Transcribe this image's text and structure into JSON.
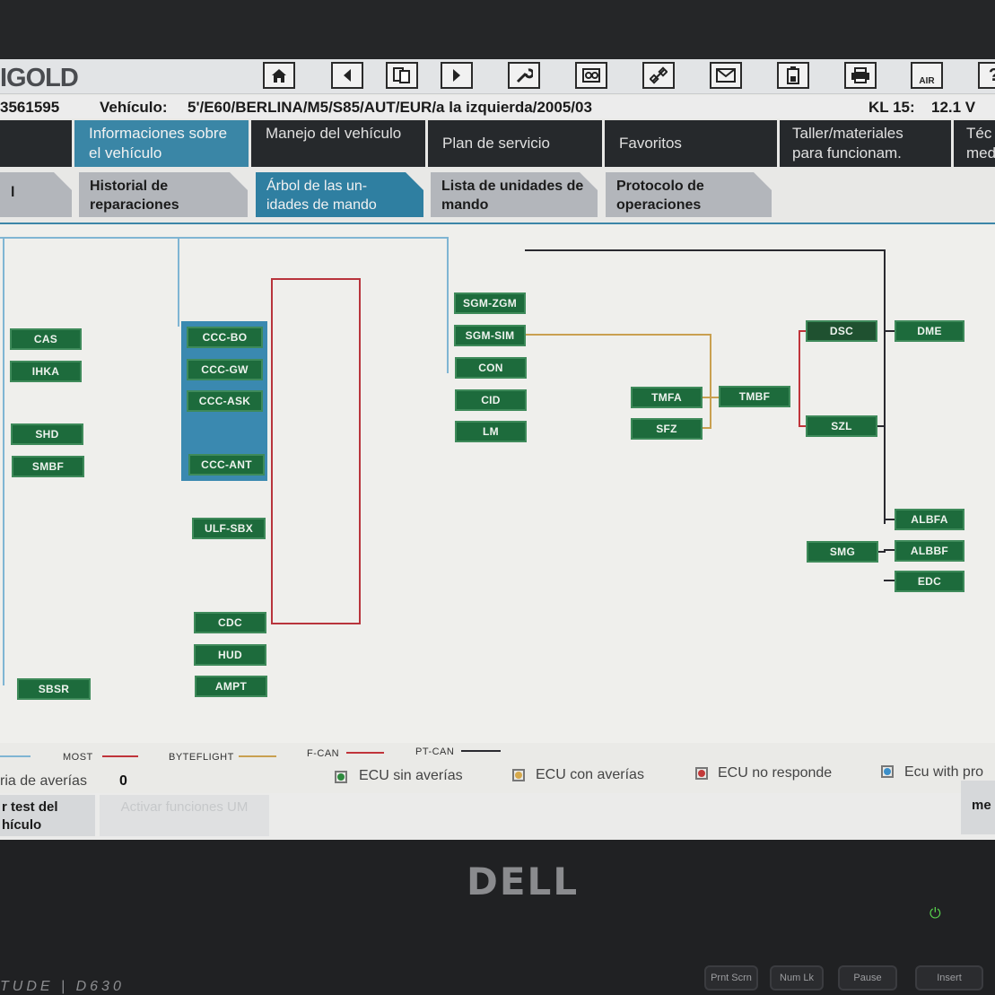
{
  "app": {
    "brand": "IGOLD"
  },
  "toolbar_icons": [
    "home-icon",
    "back-icon",
    "documents-icon",
    "forward-icon",
    "wrench-icon",
    "dashboard-icon",
    "link-icon",
    "mail-icon",
    "battery-icon",
    "printer-icon",
    "air-icon",
    "help-icon"
  ],
  "toolbar_icon_text": {
    "air": "AIR"
  },
  "infobar": {
    "id": "3561595",
    "vehicle_label": "Vehículo:",
    "vehicle_value": "5'/E60/BERLINA/M5/S85/AUT/EUR/a la izquierda/2005/03",
    "kl_label": "KL 15:",
    "kl_value": "12.1 V"
  },
  "tabs_main": [
    {
      "label": "Informaciones sobre el vehículo",
      "active": true
    },
    {
      "label": "Manejo del vehículo"
    },
    {
      "label": "Plan de servicio"
    },
    {
      "label": "Favoritos"
    },
    {
      "label": "Taller/materiales para funcionam."
    },
    {
      "label": "Téc med"
    }
  ],
  "tabs_sub": [
    {
      "label": "l"
    },
    {
      "label": "Historial de reparaciones"
    },
    {
      "label": "Árbol de las un- idades de mando",
      "active": true
    },
    {
      "label": "Lista de unidades de mando"
    },
    {
      "label": "Protocolo de operaciones"
    }
  ],
  "ecus": {
    "cas": "CAS",
    "ihka": "IHKA",
    "shd": "SHD",
    "smbf": "SMBF",
    "sbsr": "SBSR",
    "ccc_bo": "CCC-BO",
    "ccc_gw": "CCC-GW",
    "ccc_ask": "CCC-ASK",
    "ccc_ant": "CCC-ANT",
    "ulf_sbx": "ULF-SBX",
    "cdc": "CDC",
    "hud": "HUD",
    "ampt": "AMPT",
    "sgm_zgm": "SGM-ZGM",
    "sgm_sim": "SGM-SIM",
    "con": "CON",
    "cid": "CID",
    "lm": "LM",
    "tmfa": "TMFA",
    "sfz": "SFZ",
    "tmbf": "TMBF",
    "dsc": "DSC",
    "szl": "SZL",
    "smg": "SMG",
    "dme": "DME",
    "albfa": "ALBFA",
    "albbf": "ALBBF",
    "edc": "EDC"
  },
  "legend": {
    "most": "MOST",
    "byteflight": "BYTEFLIGHT",
    "fcan": "F-CAN",
    "ptcan": "PT-CAN",
    "colors": {
      "most": "#c0343a",
      "byteflight": "#c9a050",
      "fcan": "#c0343a",
      "ptcan": "#2a2a30"
    }
  },
  "status": {
    "faults_label": "ria de averías",
    "faults_value": "0",
    "ok": "ECU sin averías",
    "faulty": "ECU con averías",
    "noresp": "ECU no responde",
    "with": "Ecu with pro",
    "colors": {
      "ok": "#2d8a3e",
      "faulty": "#d6a94c",
      "noresp": "#c33a3a",
      "with": "#3c8fc9"
    }
  },
  "bottom_buttons": {
    "test": "r test del hículo",
    "activate": "Activar funciones UM",
    "right": "me"
  },
  "laptop": {
    "logo": "DELL",
    "model": "TUDE | D630",
    "keys": [
      "Prnt Scrn",
      "Num Lk",
      "Pause",
      "Insert"
    ]
  }
}
